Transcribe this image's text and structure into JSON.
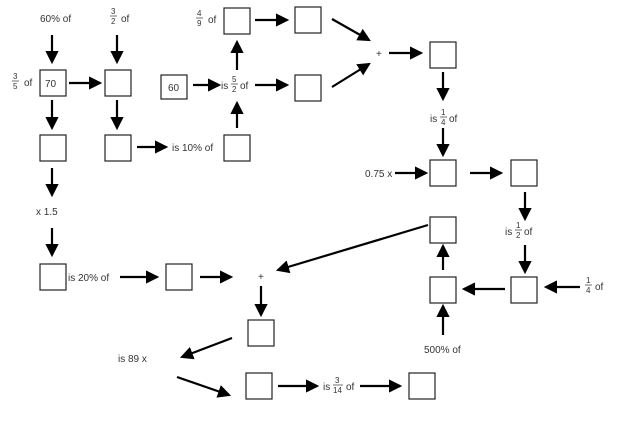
{
  "labels": {
    "sixty_pct_of": "60% of",
    "three_halves": {
      "num": "3",
      "den": "2",
      "suffix": "of"
    },
    "three_fifths": {
      "num": "3",
      "den": "5",
      "suffix": "of"
    },
    "four_ninths": {
      "num": "4",
      "den": "9",
      "suffix": "of"
    },
    "is_five_halves": {
      "prefix": "is",
      "num": "5",
      "den": "2",
      "suffix": "of"
    },
    "is_ten_pct_of": "is 10%  of",
    "plus_top": "+",
    "is_quarter": {
      "prefix": "is",
      "num": "1",
      "den": "4",
      "suffix": "of"
    },
    "times_075": "0.75 x",
    "is_half": {
      "prefix": "is",
      "num": "1",
      "den": "2",
      "suffix": "of"
    },
    "quarter_of": {
      "num": "1",
      "den": "4",
      "suffix": "of"
    },
    "five_hundred_pct_of": "500% of",
    "times_15": "x 1.5",
    "is_twenty_pct_of": "is 20%  of",
    "plus_bottom": "+",
    "is_89_x": "is 89 x",
    "is_three_fourteenths": {
      "prefix": "is",
      "num": "3",
      "den": "14",
      "suffix": "of"
    }
  },
  "boxes": {
    "start": "70",
    "sixty": "60"
  }
}
